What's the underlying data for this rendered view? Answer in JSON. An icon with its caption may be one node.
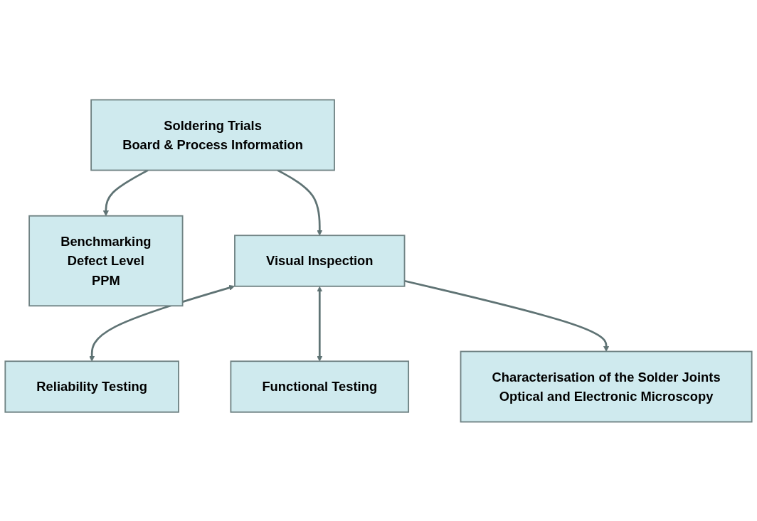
{
  "diagram": {
    "nodes": [
      {
        "text": [
          "Soldering Trials",
          "Board & Process Information"
        ]
      },
      {
        "text": [
          "Benchmarking",
          "Defect Level",
          "PPM"
        ]
      },
      {
        "text": [
          "Reliability Testing"
        ]
      },
      {
        "text": [
          "Visual Inspection"
        ]
      },
      {
        "text": [
          "Functional Testing"
        ]
      },
      {
        "text": [
          "Characterisation of the Solder Joints",
          "Optical and Electronic Microscopy"
        ]
      }
    ],
    "edges": [
      {
        "from": 0,
        "to": 1,
        "arrow": "to"
      },
      {
        "from": 0,
        "to": 3,
        "arrow": "to"
      },
      {
        "from": 3,
        "to": 2,
        "arrow": "both"
      },
      {
        "from": 3,
        "to": 4,
        "arrow": "both"
      },
      {
        "from": 3,
        "to": 5,
        "arrow": "to"
      }
    ]
  }
}
